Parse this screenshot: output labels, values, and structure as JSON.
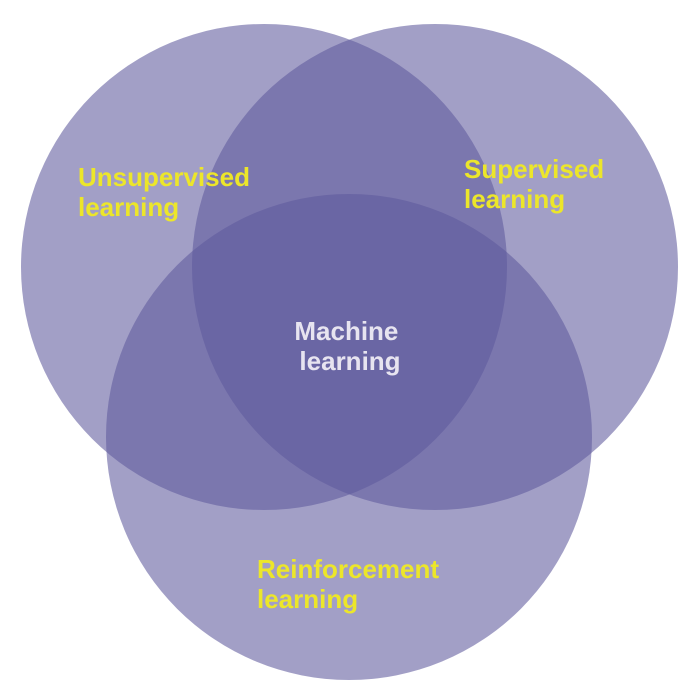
{
  "diagram": {
    "type": "venn",
    "colors": {
      "circle_fill": "#5f5a9c",
      "circle_opacity": 0.58,
      "outer_label": "#ece62a",
      "center_label": "#e7e4f0",
      "background": "#ffffff"
    },
    "sets": [
      {
        "id": "unsupervised",
        "lines": [
          "Unsupervised",
          "learning"
        ]
      },
      {
        "id": "supervised",
        "lines": [
          "Supervised",
          "learning"
        ]
      },
      {
        "id": "reinforcement",
        "lines": [
          "Reinforcement",
          "learning"
        ]
      }
    ],
    "center": {
      "lines": [
        "Machine",
        "learning"
      ]
    }
  }
}
